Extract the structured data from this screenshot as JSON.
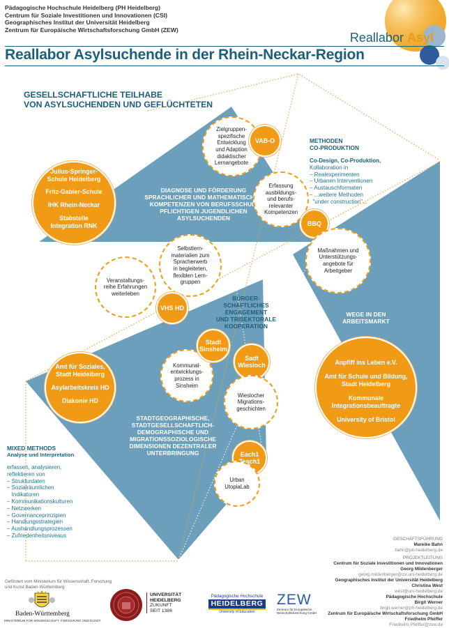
{
  "header": {
    "institutions": [
      "Pädagogische Hochschule Heidelberg (PH Heidelberg)",
      "Centrum für Soziale Investitionen und Innovationen (CSI)",
      "Geographisches Institut der Universität Heidelberg",
      "Zentrum für Europäische Wirtschaftsforschung GmbH (ZEW)"
    ],
    "brand_main": "Reallabor",
    "brand_accent": "Asyl",
    "title": "Reallabor Asylsuchende in der Rhein-Neckar-Region"
  },
  "subtitle": [
    "GESELLSCHAFTLICHE TEILHABE",
    "VON ASYLSUCHENDEN UND GEFLÜCHTETEN"
  ],
  "triangles": {
    "top": [
      "DIAGNOSE UND FÖRDERUNG",
      "SPRACHLICHER UND MATHEMATISCHER",
      "KOMPETENZEN VON BERUFSSCHUL-",
      "PFLICHTIGEN JUGENDLICHEN",
      "ASYLSUCHENDEN"
    ],
    "center": [
      "BÜRGER-",
      "SCHAFTLICHES",
      "ENGAGEMENT",
      "UND TRISEKTORALE",
      "KOOPERATION"
    ],
    "right": [
      "WEGE IN DEN",
      "ARBEITSMARKT"
    ],
    "bottom": [
      "STADTGEOGRAPHISCHE,",
      "STADTGESELLSCHAFTLICH-",
      "DEMOGRAPHISCHE UND",
      "MIGRATIONSSOZIOLOGISCHE",
      "DIMENSIONEN DEZENTRALER",
      "UNTERBRINGUNG"
    ]
  },
  "partners": {
    "top_left": [
      "Julius-Springer-Schule Heidelberg",
      "Fritz-Gabler-Schule",
      "IHK Rhein-Neckar",
      "Stabstelle Integration RNK"
    ],
    "bottom_left": [
      "Amt für Soziales, Stadt Heidelberg",
      "Asylarbeitskreis HD",
      "Diakonie HD"
    ],
    "right": [
      "Anpfiff ins Leben e.V.",
      "Amt für Schule und Bildung, Stadt Heidelberg",
      "Kommunale Integrationsbeauftragte",
      "University of Bristol"
    ]
  },
  "nodes": {
    "vabo": "VAB-O",
    "vabo_desc": [
      "Zielgruppen-",
      "spezifische",
      "Entwicklung",
      "und Adaption",
      "didaktischer",
      "Lernangebote"
    ],
    "bbq": "BBQ",
    "bbq_desc_top": [
      "Erfassung",
      "ausbildungs-",
      "und berufs-",
      "relevanter",
      "Kompetenzen"
    ],
    "bbq_desc_bottom": [
      "Maßnahmen und",
      "Unterstützungs-",
      "angebote für",
      "Arbeitgeber"
    ],
    "vhs": "VHS HD",
    "vhs_desc_top": [
      "Selbstlern-",
      "materialien zum",
      "Spracherwerb",
      "in begleiteten,",
      "flexiblen Lern-",
      "gruppen"
    ],
    "vhs_desc_left": [
      "Veranstaltungs-",
      "reihe Erfahrungen",
      "weiterleben"
    ],
    "sinsheim": [
      "Stadt",
      "Sinsheim"
    ],
    "sinsheim_desc": [
      "Kommunal-",
      "entwicklungs-",
      "prozess in",
      "Sinsheim"
    ],
    "wiesloch": [
      "Sadt",
      "Wiesloch"
    ],
    "wiesloch_desc": [
      "Wieslocher",
      "Migrations-",
      "geschichten"
    ],
    "each": [
      "Each1",
      "Teach1"
    ],
    "each_desc": [
      "Urban",
      "UtopiaLab"
    ]
  },
  "methods": {
    "head": [
      "METHODEN",
      "CO-PRODUKTION"
    ],
    "line1": "Co-Design, Co-Produktion,",
    "lines": [
      "Kollaboration in",
      "– Realexperimenten",
      "– Urbanen Interventionen",
      "– Austauschformaten",
      "– ...weitere Methoden",
      "  \"under construction\"..."
    ]
  },
  "mixed": {
    "head": [
      "MIXED METHODS",
      "Analyse und Interpretation"
    ],
    "lines": [
      "erfassen, analysieren,",
      "reflektieren von",
      "– Strukturdaten",
      "– Sozialräumlichen",
      "   Indikatoren",
      "– Kommunikationskulturen",
      "– Netzwerken",
      "– Governanceprinzipien",
      "– Handlungsstrategien",
      "– Aushandlungsprozessen",
      "– Zufriedenheitsniveaus"
    ]
  },
  "footer": {
    "funded": [
      "Gefördert vom Ministerium für Wissenschaft, Forschung",
      "und Kunst Baden-Württemberg"
    ],
    "bw": "Baden-Württemberg",
    "bw_sub": "MINISTERIUM FÜR WISSENSCHAFT, FORSCHUNG UND KUNST",
    "uni": [
      "UNIVERSITÄT",
      "HEIDELBERG",
      "ZUKUNFT",
      "SEIT 1386"
    ],
    "ph_top": "Pädagogische Hochschule",
    "ph_main": "HEIDELBERG",
    "ph_sub": "University of Education",
    "zew": "ZEW",
    "zew_sub": [
      "Zentrum für Europäische",
      "Wirtschaftsforschung GmbH"
    ]
  },
  "credits": {
    "gf_cap": "GESCHÄFTSFÜHRUNG",
    "gf_name": "Mareike Bahn",
    "gf_mail": "bahn@ph-heidelberg.de",
    "pl_cap": "PROJEKTLEITUNG",
    "csi_inst": "Centrum für Soziale Investitionen und Innovationen",
    "csi_name": "Georg Mildenberger",
    "csi_mail": "georg.mildenberger@csi.uni-heidelberg.de",
    "geo_inst": "Geographisches Institut der Universität Heidelberg",
    "geo_name": "Christina West",
    "geo_mail": "west@uni-heidelberg.de",
    "ph_inst": "Pädagogische Hochschule",
    "ph_name": "Birgit Werner",
    "ph_mail": "birgit.werner@ph-heidelberg.de",
    "zew_inst": "Zentrum für Europäische Wirtschaftsforschung GmbH",
    "zew_name": "Friedhelm Pfeiffer",
    "zew_mail": "Friedhelm.Pfeiffer@zew.de"
  },
  "colors": {
    "blue": "#6b9fbb",
    "navy": "#1b5f7a",
    "orange": "#f19a16",
    "lightblue": "#a9c8da"
  }
}
